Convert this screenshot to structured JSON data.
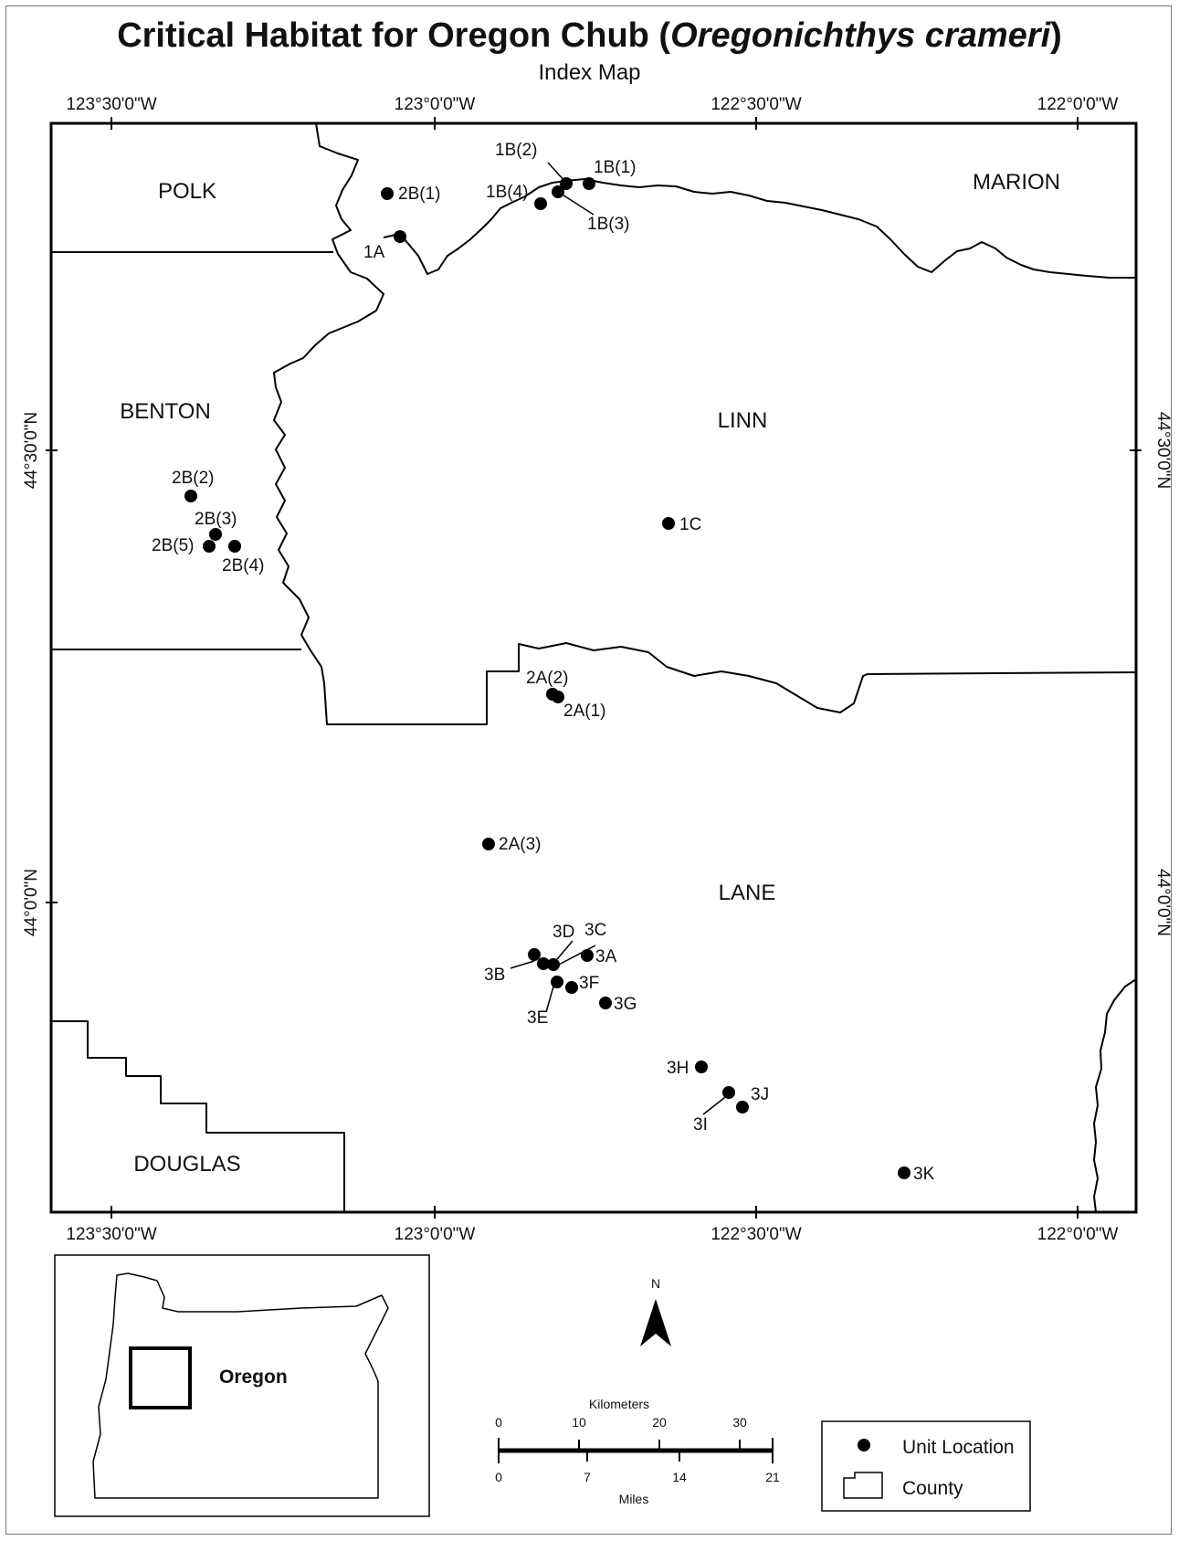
{
  "title": {
    "main": "Critical Habitat for Oregon Chub (",
    "species": "Oregonichthys crameri",
    "close": ")",
    "subtitle": "Index Map"
  },
  "map": {
    "lon_ticks_top": [
      "123°30'0\"W",
      "123°0'0\"W",
      "122°30'0\"W",
      "122°0'0\"W"
    ],
    "lon_ticks_bottom": [
      "123°30'0\"W",
      "123°0'0\"W",
      "122°30'0\"W",
      "122°0'0\"W"
    ],
    "lat_ticks_left": [
      "44°30'0\"N",
      "44°0'0\"N"
    ],
    "lat_ticks_right": [
      "44°30'0\"N",
      "44°0'0\"N"
    ],
    "counties": [
      "POLK",
      "MARION",
      "BENTON",
      "LINN",
      "LANE",
      "DOUGLAS"
    ],
    "units": [
      "2B(1)",
      "1A",
      "1B(1)",
      "1B(2)",
      "1B(3)",
      "1B(4)",
      "2B(2)",
      "2B(3)",
      "2B(4)",
      "2B(5)",
      "1C",
      "2A(1)",
      "2A(2)",
      "2A(3)",
      "3A",
      "3B",
      "3C",
      "3D",
      "3E",
      "3F",
      "3G",
      "3H",
      "3I",
      "3J",
      "3K"
    ]
  },
  "inset": {
    "label": "Oregon"
  },
  "north_arrow": {
    "label": "N"
  },
  "scale_bar": {
    "km_title": "Kilometers",
    "km_ticks": [
      "0",
      "10",
      "20",
      "30"
    ],
    "mi_title": "Miles",
    "mi_ticks": [
      "0",
      "7",
      "14",
      "21"
    ]
  },
  "legend": {
    "unit_location": "Unit Location",
    "county": "County"
  }
}
